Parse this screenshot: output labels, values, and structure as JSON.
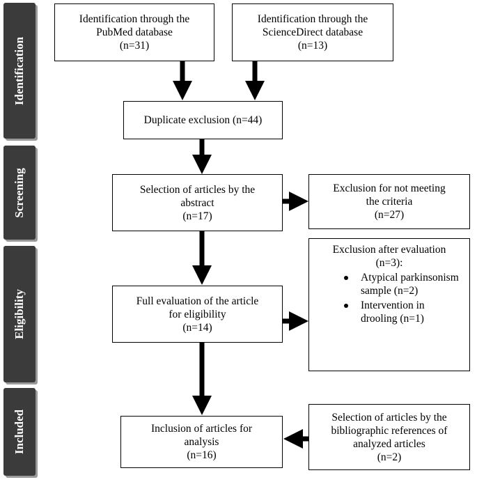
{
  "phases": {
    "identification": "Identification",
    "screening": "Screening",
    "eligibility": "Eligibility",
    "included": "Included"
  },
  "boxes": {
    "pubmed": {
      "line1": "Identification through the",
      "line2": "PubMed database",
      "line3": "(n=31)"
    },
    "sciencedirect": {
      "line1": "Identification through the",
      "line2": "ScienceDirect database",
      "line3": "(n=13)"
    },
    "duplicate": {
      "line1": "Duplicate exclusion (n=44)"
    },
    "abstract_selection": {
      "line1": "Selection of articles by the",
      "line2": "abstract",
      "line3": "(n=17)"
    },
    "exclusion_criteria": {
      "line1": "Exclusion for not meeting",
      "line2": "the criteria",
      "line3": "(n=27)"
    },
    "full_evaluation": {
      "line1": "Full evaluation of the article",
      "line2": "for eligibility",
      "line3": "(n=14)"
    },
    "exclusion_evaluation": {
      "line1": "Exclusion after evaluation",
      "line2": "(n=3):",
      "items": [
        {
          "line1": "Atypical parkinsonism",
          "line2": "sample (n=2)"
        },
        {
          "line1": "Intervention in",
          "line2": "drooling (n=1)"
        }
      ]
    },
    "inclusion": {
      "line1": "Inclusion of articles for",
      "line2": "analysis",
      "line3": "(n=16)"
    },
    "bibliographic": {
      "line1": "Selection of articles by the",
      "line2": "bibliographic references of",
      "line3": "analyzed articles",
      "line4": "(n=2)"
    }
  }
}
